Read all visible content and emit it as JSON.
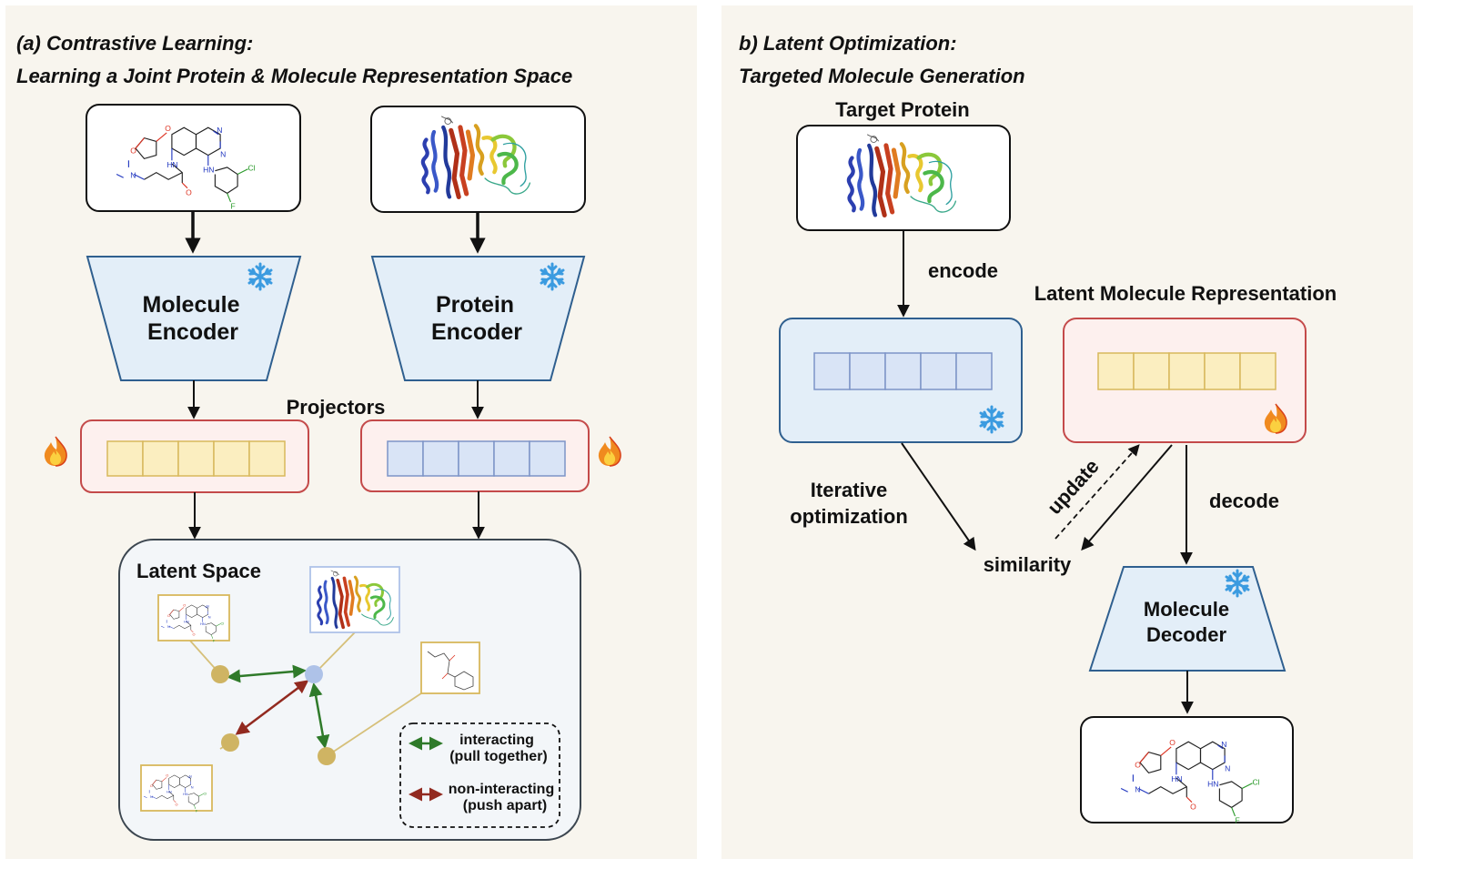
{
  "panel_a": {
    "title_line1": "(a) Contrastive Learning:",
    "title_line2": "Learning a Joint Protein & Molecule Representation Space",
    "molecule_encoder_line1": "Molecule",
    "molecule_encoder_line2": "Encoder",
    "protein_encoder_line1": "Protein",
    "protein_encoder_line2": "Encoder",
    "projectors_label": "Projectors",
    "latent_space_label": "Latent Space",
    "legend": {
      "interacting_line1": "interacting",
      "interacting_line2": "(pull together)",
      "noninteracting_line1": "non-interacting",
      "noninteracting_line2": "(push apart)"
    }
  },
  "panel_b": {
    "title_line1": "b) Latent Optimization:",
    "title_line2": "Targeted Molecule Generation",
    "target_protein_label": "Target Protein",
    "encode_label": "encode",
    "latent_molecule_label": "Latent Molecule Representation",
    "iterative_line1": "Iterative",
    "iterative_line2": "optimization",
    "update_label": "update",
    "similarity_label": "similarity",
    "decode_label": "decode",
    "decoder_line1": "Molecule",
    "decoder_line2": "Decoder"
  },
  "colors": {
    "panel_bg": "#f8f5ee",
    "encoder_fill": "#e3eef8",
    "encoder_stroke": "#2f5f8f",
    "projector_stroke": "#c44a4a",
    "projector_fill": "#fdf0ee",
    "yellow_cell": "#fbeec0",
    "yellow_stroke": "#d8b85c",
    "blue_cell": "#d9e4f6",
    "blue_stroke": "#7d94c7",
    "interacting_arrow": "#2f7a2a",
    "noninteracting_arrow": "#922a20",
    "mol_node": "#cfb463",
    "prot_node": "#aec2e8"
  },
  "icons": [
    "snowflake-icon",
    "fire-icon",
    "molecule-structure-icon",
    "protein-structure-icon"
  ]
}
